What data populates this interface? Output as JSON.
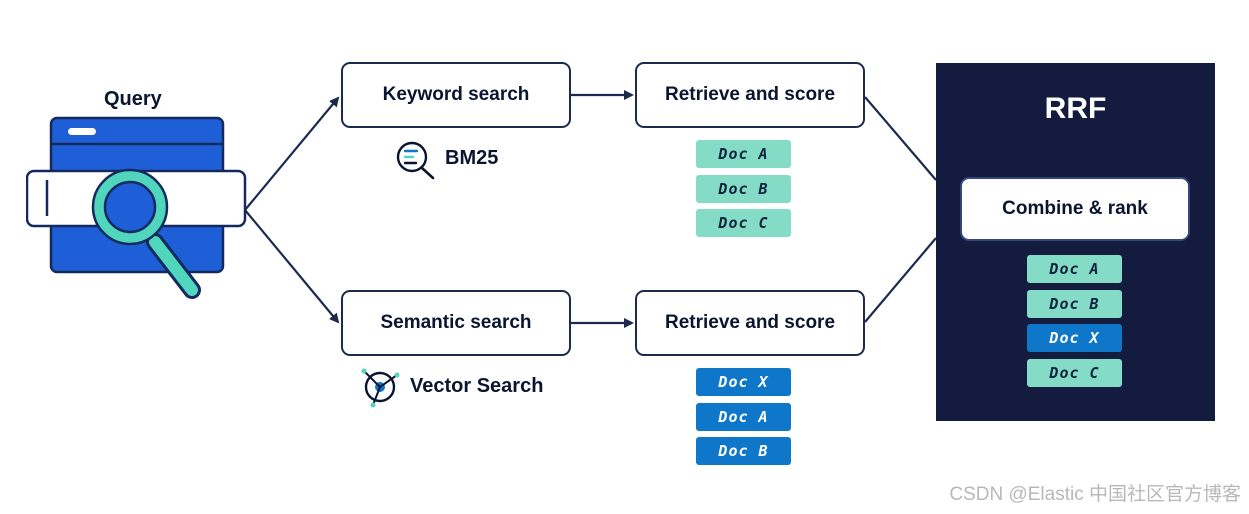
{
  "query": {
    "label": "Query"
  },
  "keyword": {
    "box_label": "Keyword search",
    "method_label": "BM25",
    "method_icon": "document-search-icon"
  },
  "semantic": {
    "box_label": "Semantic search",
    "method_label": "Vector Search",
    "method_icon": "vector-target-icon"
  },
  "retrieve_top": {
    "label": "Retrieve and score",
    "docs": [
      "Doc A",
      "Doc B",
      "Doc C"
    ]
  },
  "retrieve_bottom": {
    "label": "Retrieve and score",
    "docs": [
      "Doc X",
      "Doc A",
      "Doc B"
    ]
  },
  "rrf": {
    "title": "RRF",
    "combine_label": "Combine & rank",
    "docs": [
      {
        "label": "Doc A",
        "style": "teal"
      },
      {
        "label": "Doc B",
        "style": "teal"
      },
      {
        "label": "Doc X",
        "style": "blue"
      },
      {
        "label": "Doc C",
        "style": "teal"
      }
    ]
  },
  "watermark": "CSDN @Elastic 中国社区官方博客",
  "colors": {
    "navy": "#131c3f",
    "line": "#1c2a4e",
    "teal": "#85dcc6",
    "blue": "#0f77c9",
    "query_blue": "#1e5ed6",
    "magnifier": "#4fd6bd"
  }
}
